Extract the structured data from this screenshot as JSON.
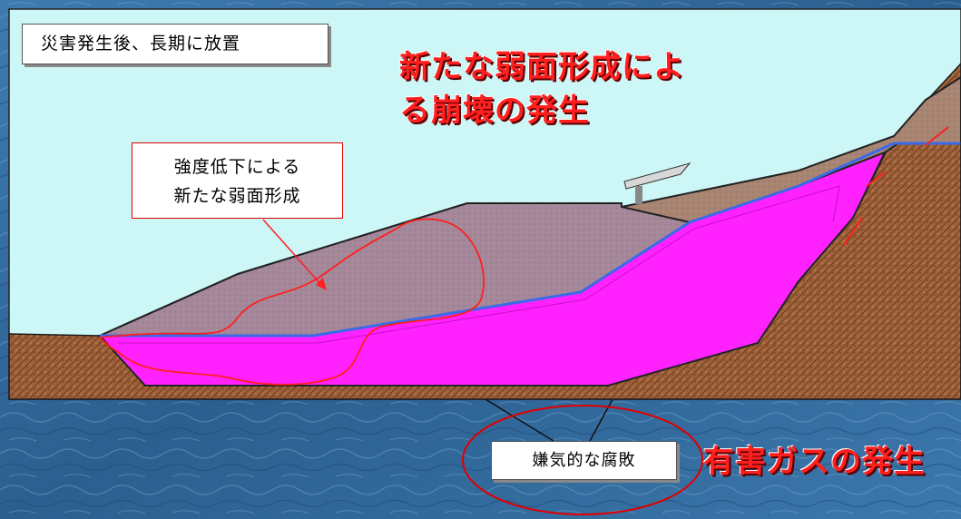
{
  "labels": {
    "title": "災害発生後、長期に放置",
    "weak_plane_line1": "強度低下による",
    "weak_plane_line2": "新たな弱面形成",
    "collapse_line1": "新たな弱面形成によ",
    "collapse_line2": "る崩壊の発生",
    "anaerobic": "嫌気的な腐敗",
    "gas": "有害ガスの発生"
  },
  "colors": {
    "sky": "#cdf6f6",
    "soil": "#a0623a",
    "embankment": "#a5879a",
    "waste": "#ff22ff",
    "water": "#3a6ae8",
    "accent_red": "#ff1f1f",
    "background": "#2a5d8a"
  }
}
